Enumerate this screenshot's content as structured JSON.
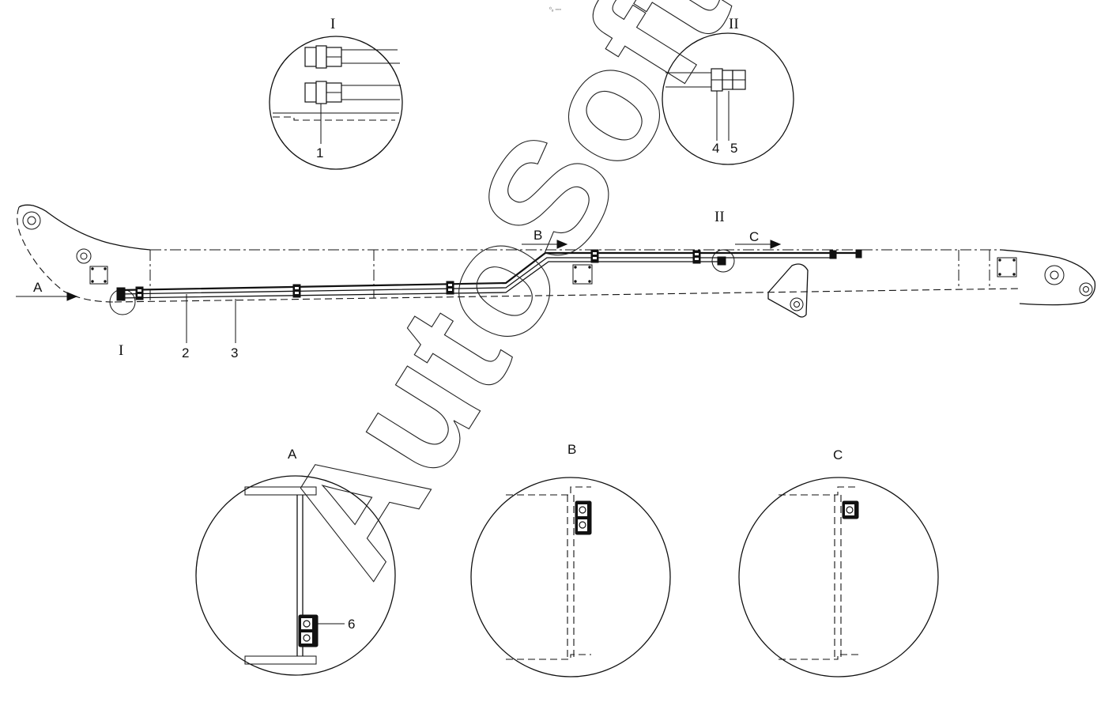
{
  "header": {
    "note": "⁰ₒ ▫▫▫"
  },
  "detail_labels": {
    "I": "I",
    "II": "II"
  },
  "view_labels": {
    "A": "A",
    "B": "B",
    "C": "C"
  },
  "part_numbers": {
    "p1": "1",
    "p2": "2",
    "p3": "3",
    "p4": "4",
    "p5": "5",
    "p6": "6"
  },
  "watermark": "AutoSoft"
}
